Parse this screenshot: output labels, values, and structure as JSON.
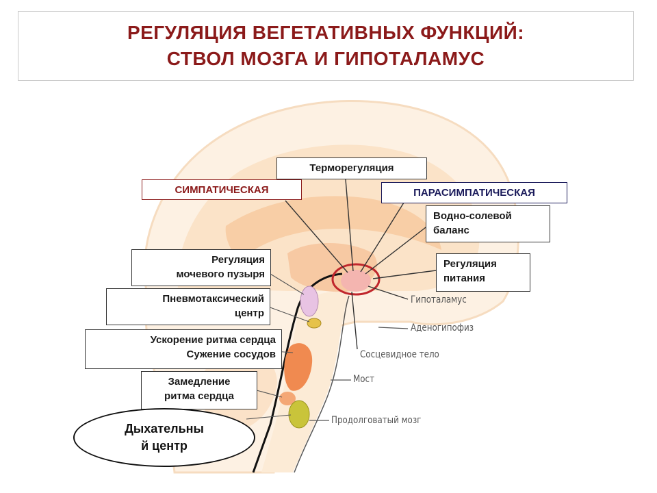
{
  "title": {
    "line1": "РЕГУЛЯЦИЯ ВЕГЕТАТИВНЫХ ФУНКЦИЙ:",
    "line2": "СТВОЛ МОЗГА И ГИПОТАЛАМУС"
  },
  "divisions": {
    "sympathetic": "СИМПАТИЧЕСКАЯ",
    "parasympathetic": "ПАРАСИМПАТИЧЕСКАЯ"
  },
  "labels": {
    "thermoregulation": "Терморегуляция",
    "water_salt_1": "Водно-солевой",
    "water_salt_2": "баланс",
    "feeding_1": "Регуляция",
    "feeding_2": "питания",
    "bladder_1": "Регуляция",
    "bladder_2": "мочевого пузыря",
    "pneumotaxic_1": "Пневмотаксический",
    "pneumotaxic_2": "центр",
    "accel_1": "Ускорение ритма сердца",
    "accel_2": "Сужение сосудов",
    "slow_1": "Замедление",
    "slow_2": "ритма сердца",
    "respiratory_1": "Дыхательны",
    "respiratory_2": "й центр"
  },
  "anatomy": {
    "hypothalamus": "Гипоталамус",
    "adenohypophysis": "Аденогипофиз",
    "mammillary_body": "Сосцевидное тело",
    "pons": "Мост",
    "medulla": "Продолговатый мозг"
  },
  "colors": {
    "title": "#8b1a1a",
    "highlight_ring": "#c0262c",
    "brain_fill": "#fbe6cf",
    "brain_inner": "#f7caa0",
    "nucleus_orange": "#f08a50",
    "nucleus_yellow": "#e6c24a",
    "nucleus_green": "#c9c43a",
    "nucleus_lilac": "#e8c3e3"
  }
}
